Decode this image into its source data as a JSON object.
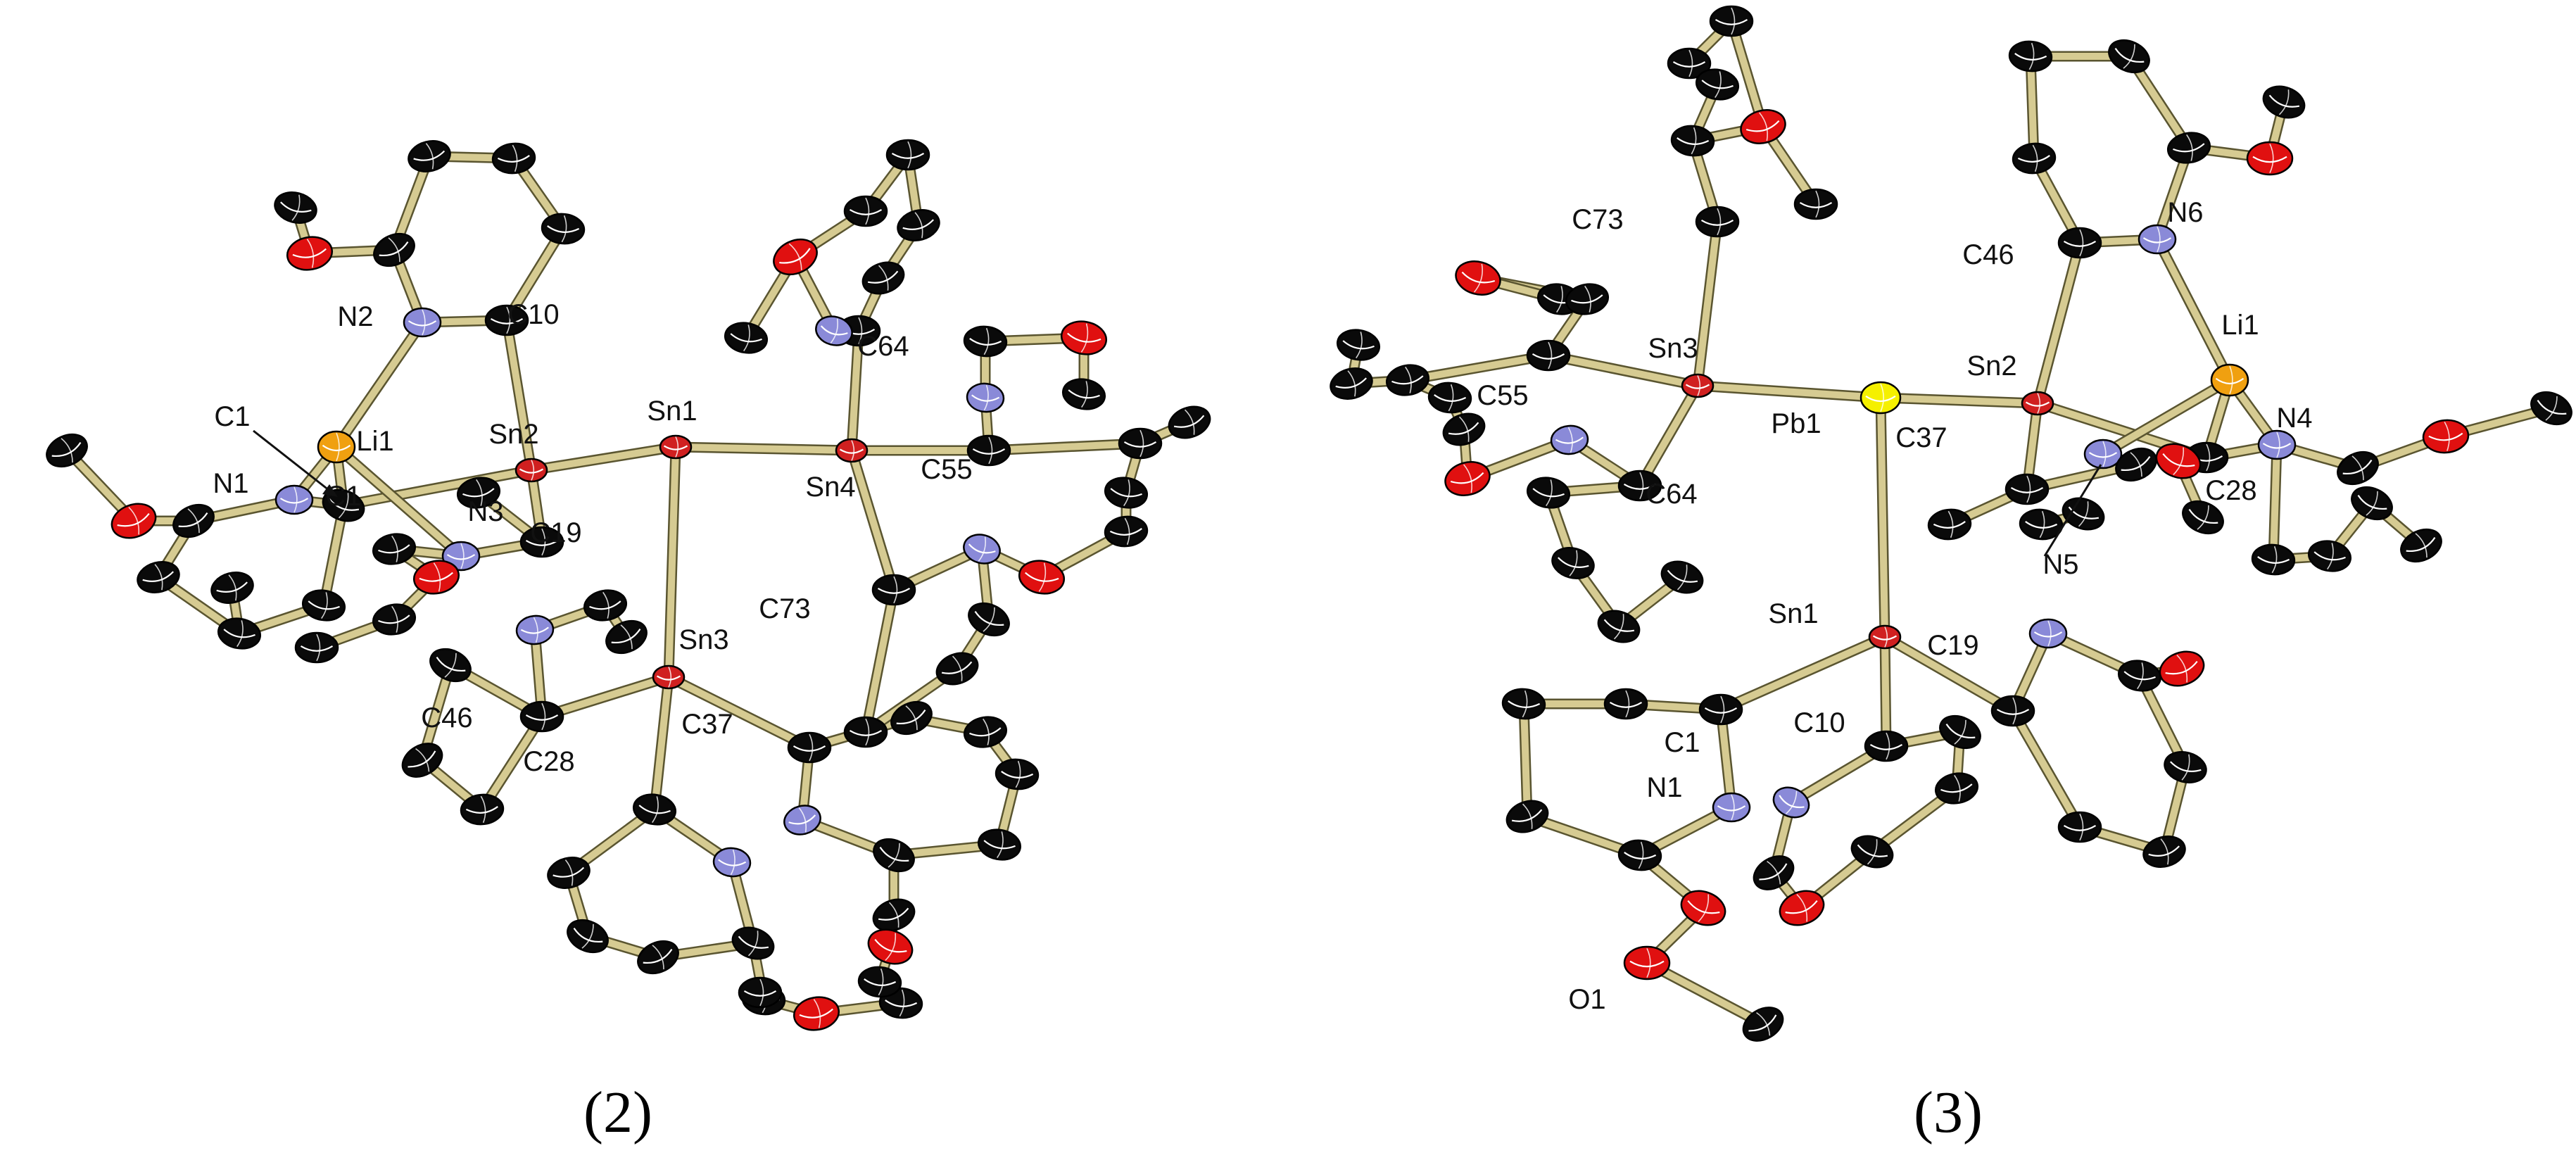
{
  "colors": {
    "background": "#ffffff",
    "bond_fill": "#d6cb92",
    "bond_edge": "#5a5530",
    "carbon": "#0a0a0a",
    "oxygen": "#e01010",
    "nitrogen": "#8a8ad8",
    "tin": "#d02020",
    "lithium": "#f0a010",
    "lead": "#f5f000",
    "label": "#111111"
  },
  "structures": [
    {
      "id": "structure-2",
      "caption": "(2)",
      "metal_labels": [
        "Sn1",
        "Sn2",
        "Sn3",
        "Sn4",
        "Li1"
      ],
      "labels": [
        "Sn1",
        "Sn2",
        "Sn3",
        "Sn4",
        "Li1",
        "N1",
        "N2",
        "N3",
        "C1",
        "C10",
        "C19",
        "C28",
        "C37",
        "C46",
        "C55",
        "C64",
        "C73"
      ]
    },
    {
      "id": "structure-3",
      "caption": "(3)",
      "metal_labels": [
        "Pb1",
        "Sn1",
        "Sn2",
        "Sn3",
        "Li1"
      ],
      "labels": [
        "Pb1",
        "Sn1",
        "Sn2",
        "Sn3",
        "Li1",
        "N1",
        "N4",
        "N5",
        "N6",
        "O1",
        "C1",
        "C10",
        "C19",
        "C28",
        "C37",
        "C46",
        "C55",
        "C64",
        "C73"
      ]
    }
  ]
}
